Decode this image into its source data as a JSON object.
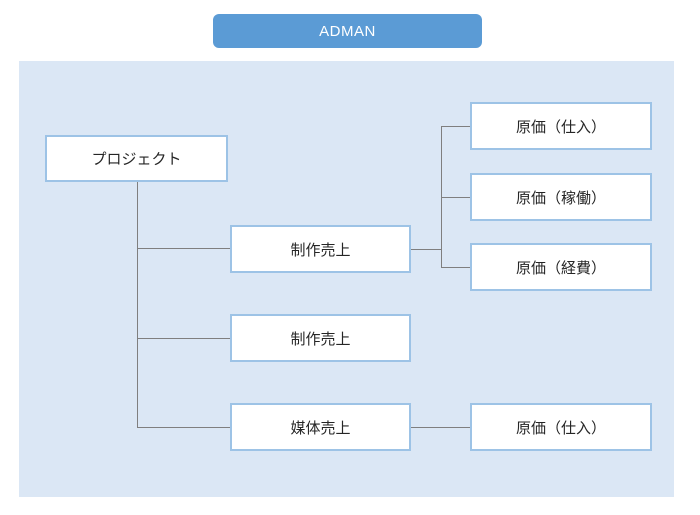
{
  "header": {
    "title": "ADMAN",
    "bg_color": "#5b9bd5",
    "text_color": "#ffffff"
  },
  "diagram": {
    "panel_bg_color": "#dbe7f5",
    "node_fill_color": "#ffffff",
    "node_border_color": "#9dc3e6",
    "node_text_color": "#262626",
    "connector_color": "#7f7f7f",
    "nodes": [
      {
        "id": "project",
        "label": "プロジェクト"
      },
      {
        "id": "production-sales-1",
        "label": "制作売上"
      },
      {
        "id": "production-sales-2",
        "label": "制作売上"
      },
      {
        "id": "media-sales",
        "label": "媒体売上"
      },
      {
        "id": "cost-purchase-1",
        "label": "原価（仕入）"
      },
      {
        "id": "cost-operation",
        "label": "原価（稼働）"
      },
      {
        "id": "cost-expense",
        "label": "原価（経費）"
      },
      {
        "id": "cost-purchase-2",
        "label": "原価（仕入）"
      }
    ],
    "edges": [
      {
        "from": "project",
        "to": "production-sales-1"
      },
      {
        "from": "project",
        "to": "production-sales-2"
      },
      {
        "from": "project",
        "to": "media-sales"
      },
      {
        "from": "production-sales-1",
        "to": "cost-purchase-1"
      },
      {
        "from": "production-sales-1",
        "to": "cost-operation"
      },
      {
        "from": "production-sales-1",
        "to": "cost-expense"
      },
      {
        "from": "media-sales",
        "to": "cost-purchase-2"
      }
    ]
  }
}
